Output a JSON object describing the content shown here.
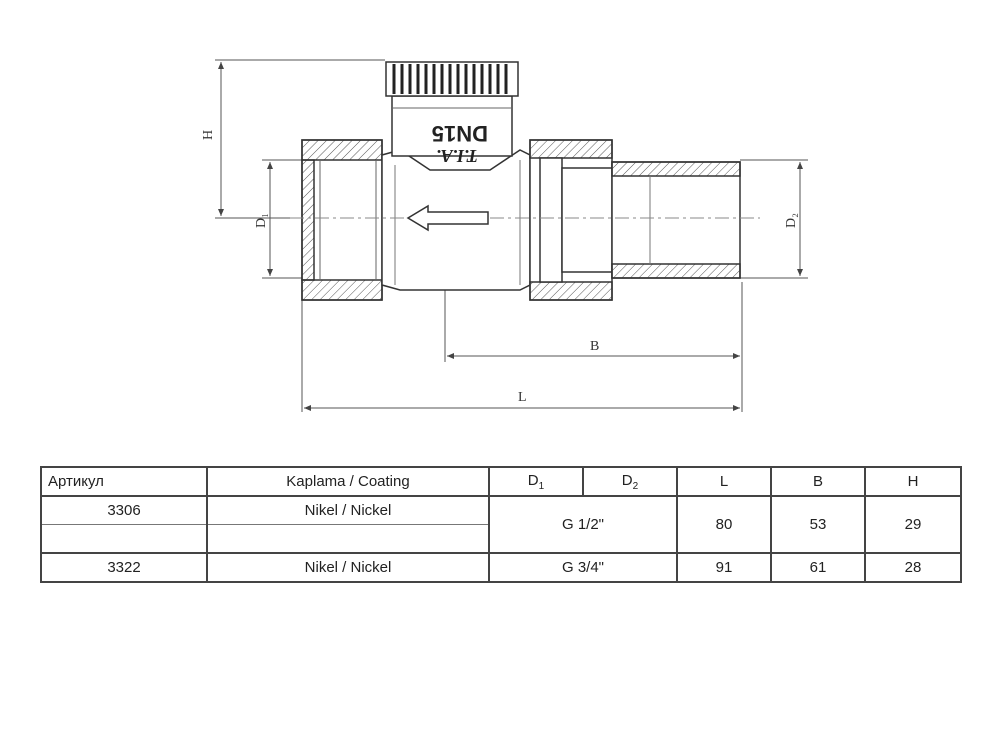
{
  "drawing": {
    "product_marking_size": "DN15",
    "product_marking_brand": "T.I.A.",
    "dim_labels": {
      "H": "H",
      "D1": "D₁",
      "D2": "D₂",
      "B": "B",
      "L": "L"
    }
  },
  "table": {
    "headers": {
      "article": "Артикул",
      "coating": "Kaplama / Coating",
      "d1": "D",
      "d1_sub": "1",
      "d2": "D",
      "d2_sub": "2",
      "l": "L",
      "b": "B",
      "h": "H"
    },
    "rows": [
      {
        "article": "3306",
        "coating": "Nikel / Nickel",
        "thread": "G 1/2\"",
        "L": "80",
        "B": "53",
        "H": "29"
      },
      {
        "article": "",
        "coating": ""
      },
      {
        "article": "3322",
        "coating": "Nikel / Nickel",
        "thread": "G 3/4\"",
        "L": "91",
        "B": "61",
        "H": "28"
      }
    ]
  }
}
